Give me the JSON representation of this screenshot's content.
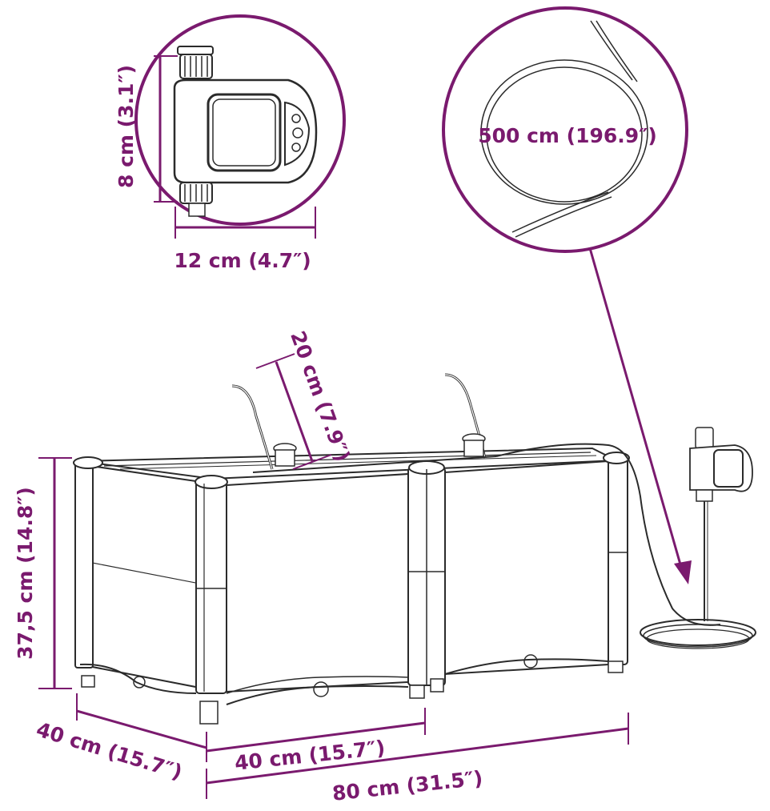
{
  "accent_color": "#7a1a6e",
  "line_color": "#2b2b2b",
  "icons": [
    "water-timer-icon",
    "garden-hose-icon",
    "raised-planter-icon",
    "drip-spike-icon"
  ],
  "labels": {
    "timer_height": "8 cm (3.1″)",
    "timer_width": "12 cm (4.7″)",
    "hose_length": "500 cm (196.9″)",
    "spike_height": "20 cm (7.9″)",
    "planter_height": "37,5 cm (14.8″)",
    "planter_depth": "40 cm (15.7″)",
    "section_width": "40 cm (15.7″)",
    "total_width": "80 cm (31.5″)"
  }
}
